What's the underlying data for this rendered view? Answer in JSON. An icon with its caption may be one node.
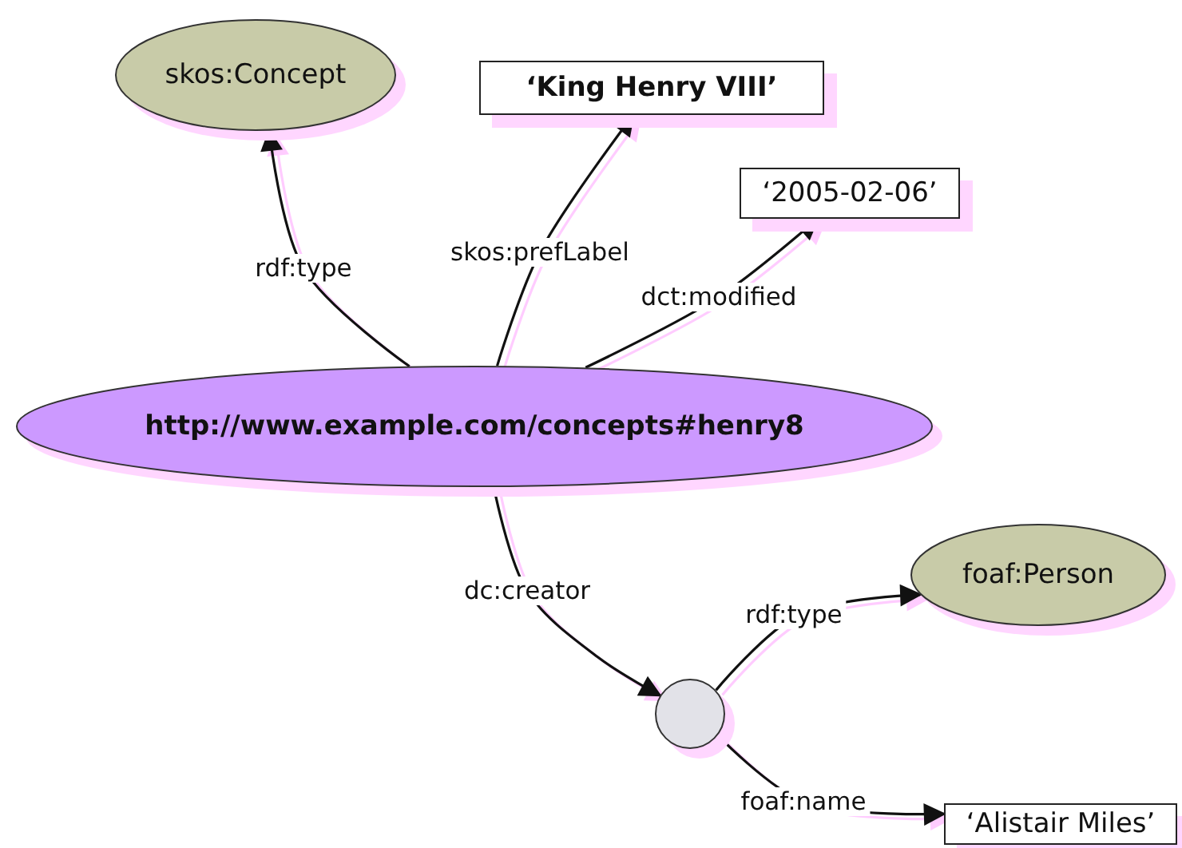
{
  "diagram": {
    "nodes": [
      {
        "text": [
          "skos:Concept"
        ]
      },
      {
        "text": [
          "‘King Henry VIII’"
        ]
      },
      {
        "text": [
          "‘2005-02-06’"
        ]
      },
      {
        "text": [
          "http://www.example.com/concepts#henry8"
        ]
      },
      {
        "text": [
          "foaf:Person"
        ]
      },
      {
        "text": [],
        "shape": "circle"
      },
      {
        "text": [
          "‘Alistair Miles’"
        ]
      }
    ],
    "edges": [
      {
        "from": 3,
        "to": 0,
        "arrow": "to",
        "label": "rdf:type"
      },
      {
        "from": 3,
        "to": 1,
        "arrow": "to",
        "label": "skos:prefLabel"
      },
      {
        "from": 3,
        "to": 2,
        "arrow": "to",
        "label": "dct:modified"
      },
      {
        "from": 3,
        "to": 5,
        "arrow": "to",
        "label": "dc:creator"
      },
      {
        "from": 5,
        "to": 4,
        "arrow": "to",
        "label": "rdf:type"
      },
      {
        "from": 5,
        "to": 6,
        "arrow": "to",
        "label": "foaf:name"
      }
    ]
  }
}
